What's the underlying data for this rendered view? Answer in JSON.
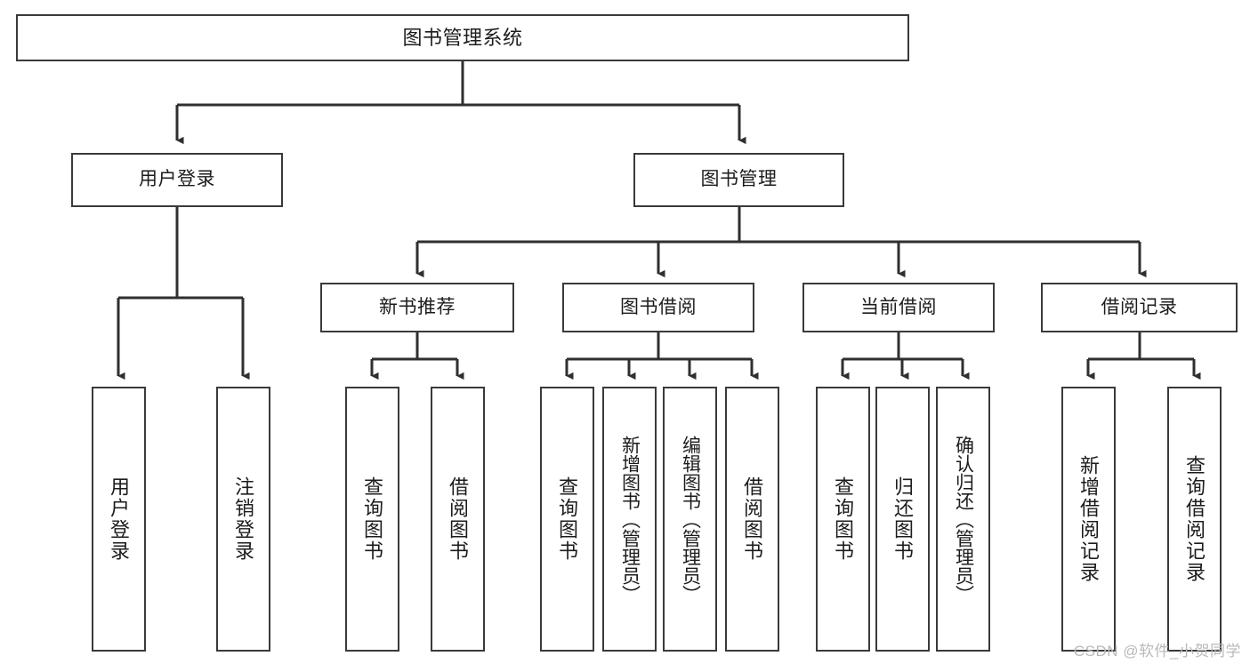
{
  "diagram": {
    "type": "tree",
    "title": "图书管理系统",
    "colors": {
      "box_border": "#3a3a3a",
      "box_fill": "#ffffff",
      "connector": "#2f2f2f",
      "text": "#1c1c1c",
      "watermark": "#b9b9b9",
      "background": "#ffffff"
    },
    "watermark": "CSDN @软件_小贺同学",
    "nodes": {
      "root": {
        "label": "图书管理系统"
      },
      "level1": [
        {
          "id": "user-login",
          "label": "用户登录"
        },
        {
          "id": "book-manage",
          "label": "图书管理"
        }
      ],
      "level2": [
        {
          "id": "new-book-recommend",
          "label": "新书推荐"
        },
        {
          "id": "book-borrow",
          "label": "图书借阅"
        },
        {
          "id": "current-borrow",
          "label": "当前借阅"
        },
        {
          "id": "borrow-record",
          "label": "借阅记录"
        }
      ],
      "leaves": {
        "user-login": [
          {
            "id": "leaf-user-login",
            "label": "用户登录"
          },
          {
            "id": "leaf-user-logout",
            "label": "注销登录"
          }
        ],
        "new-book-recommend": [
          {
            "id": "leaf-query-book-1",
            "label": "查询图书"
          },
          {
            "id": "leaf-borrow-book-1",
            "label": "借阅图书"
          }
        ],
        "book-borrow": [
          {
            "id": "leaf-query-book-2",
            "label": "查询图书"
          },
          {
            "id": "leaf-add-book",
            "label": "新增图书（管理员）"
          },
          {
            "id": "leaf-edit-book",
            "label": "编辑图书（管理员）"
          },
          {
            "id": "leaf-borrow-book-2",
            "label": "借阅图书"
          }
        ],
        "current-borrow": [
          {
            "id": "leaf-query-book-3",
            "label": "查询图书"
          },
          {
            "id": "leaf-return-book",
            "label": "归还图书"
          },
          {
            "id": "leaf-confirm-return",
            "label": "确认归还（管理员）"
          }
        ],
        "borrow-record": [
          {
            "id": "leaf-add-record",
            "label": "新增借阅记录"
          },
          {
            "id": "leaf-query-record",
            "label": "查询借阅记录"
          }
        ]
      }
    }
  }
}
